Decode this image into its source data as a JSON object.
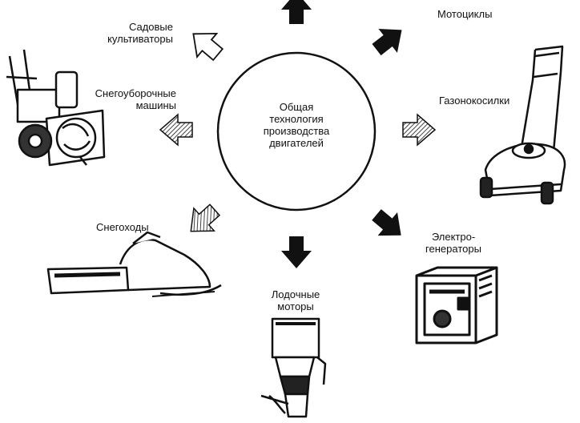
{
  "center": {
    "text": "Общая\nтехнология\nпроизводства\nдвигателей"
  },
  "labels": {
    "garden_cultivators": "Садовые\nкультиваторы",
    "snow_blowers": "Снегоуборочные\nмашины",
    "snowmobiles": "Снегоходы",
    "outboard_motors": "Лодочные\nмоторы",
    "generators": "Электро-\nгенераторы",
    "lawn_mowers": "Газонокосилки",
    "motorcycles": "Мотоциклы"
  },
  "colors": {
    "ink": "#111111",
    "hatch": "#555555",
    "paper": "#ffffff"
  }
}
